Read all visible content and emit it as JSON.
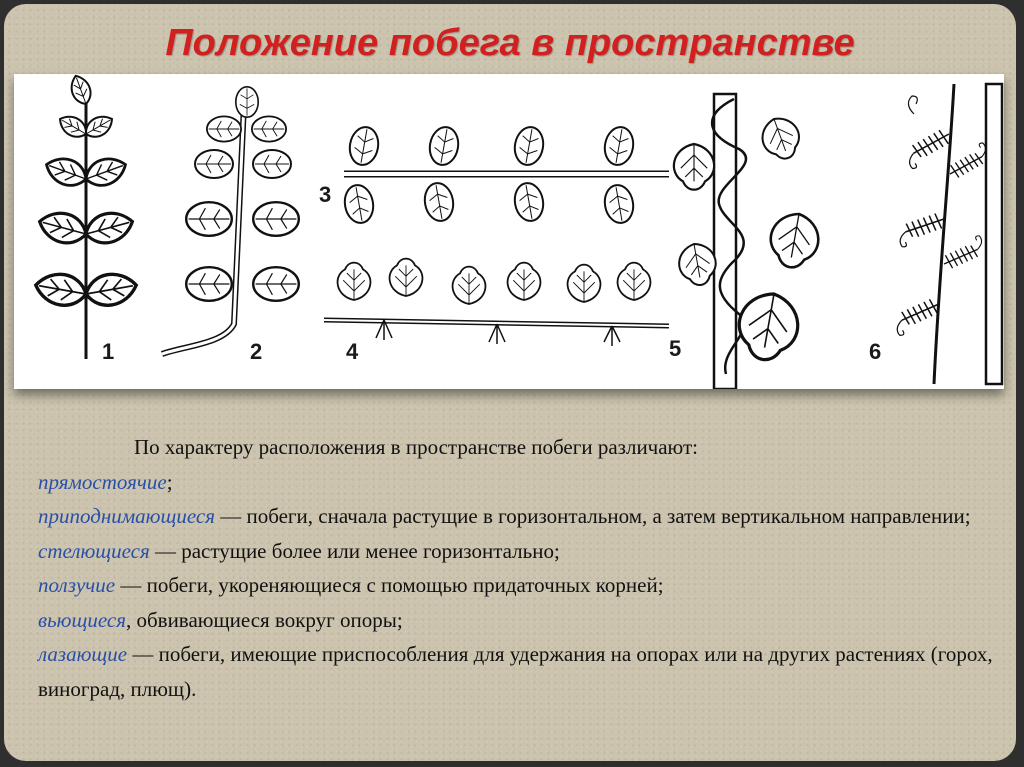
{
  "title": "Положение побега в пространстве",
  "figure": {
    "labels": [
      "1",
      "2",
      "3",
      "4",
      "5",
      "6"
    ]
  },
  "text": {
    "intro": "По характеру расположения в пространстве побеги различают:",
    "items": [
      {
        "term": "прямостоячие",
        "rest": ";"
      },
      {
        "term": "приподнимающиеся",
        "rest": " —  побеги, сначала растущие в горизонтальном, а затем вертикальном направлении;"
      },
      {
        "term": "стелющиеся",
        "rest": " —  растущие более или менее горизонтально;"
      },
      {
        "term": "ползучие",
        "rest": " —  побеги, укореняющиеся с помощью придаточных корней;"
      },
      {
        "term": "вьющиеся",
        "rest": ", обвивающиеся вокруг опоры;"
      },
      {
        "term": "лазающие",
        "rest": " —  побеги, имеющие приспособления для удержания на опорах или на других растениях (горох, виноград, плющ)."
      }
    ]
  },
  "colors": {
    "title": "#d21f1f",
    "term": "#2a4fa8",
    "background": "#cbc3ad"
  }
}
